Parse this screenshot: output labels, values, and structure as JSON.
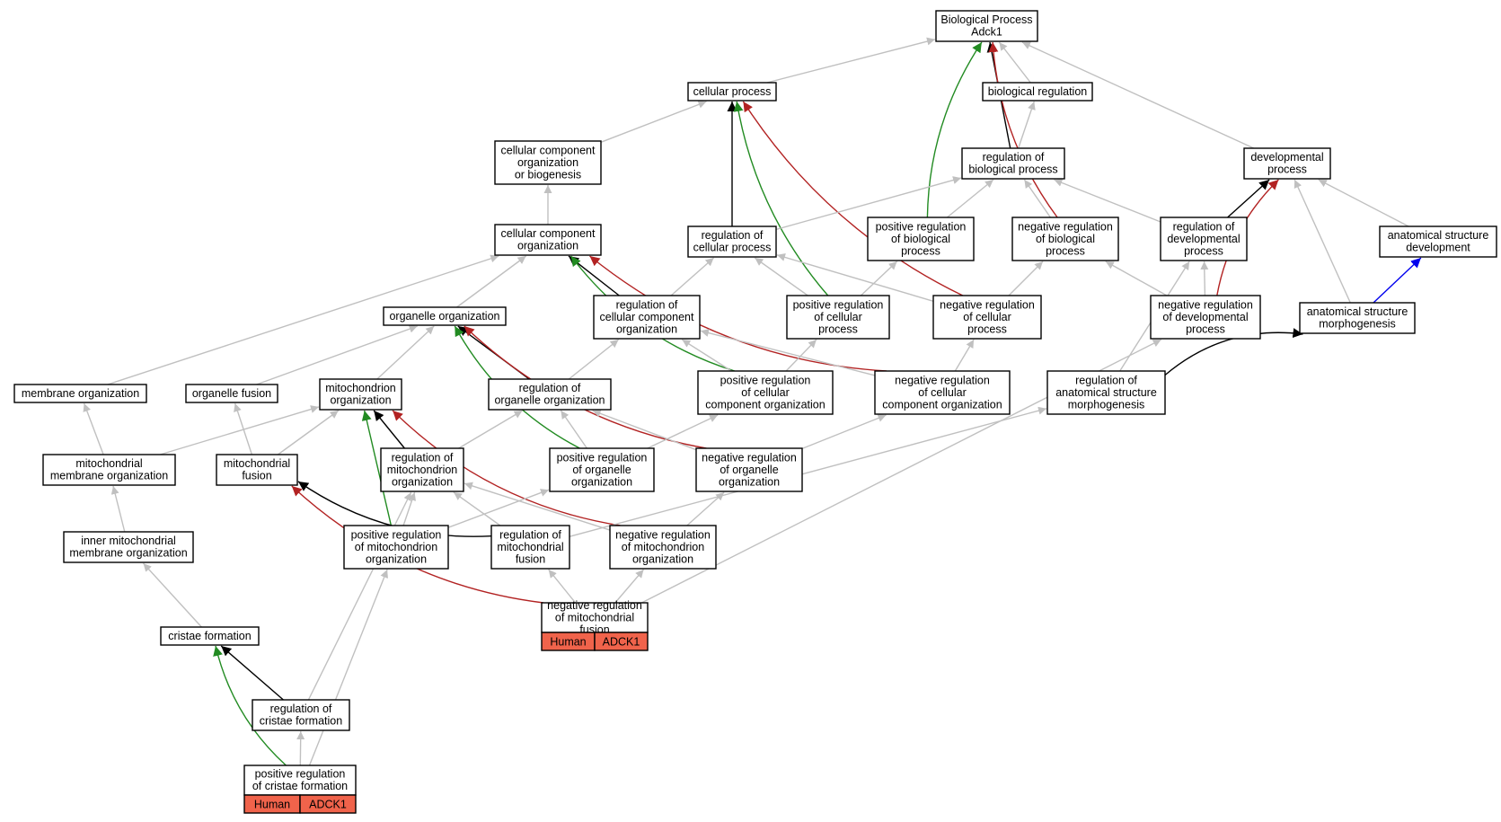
{
  "colors": {
    "default": "#c0c0c0",
    "black": "#000000",
    "green": "#228b22",
    "red": "#b22222",
    "blue": "#0000ee",
    "tag_fill": "#f0634b"
  },
  "nodes": [
    {
      "id": "bp",
      "lines": [
        "Biological Process",
        "Adck1"
      ]
    },
    {
      "id": "cp",
      "lines": [
        "cellular process"
      ]
    },
    {
      "id": "br",
      "lines": [
        "biological regulation"
      ]
    },
    {
      "id": "ccob",
      "lines": [
        "cellular component",
        "organization",
        "or biogenesis"
      ]
    },
    {
      "id": "rbp",
      "lines": [
        "regulation of",
        "biological process"
      ]
    },
    {
      "id": "dp",
      "lines": [
        "developmental",
        "process"
      ]
    },
    {
      "id": "cco",
      "lines": [
        "cellular component",
        "organization"
      ]
    },
    {
      "id": "rcp",
      "lines": [
        "regulation of",
        "cellular process"
      ]
    },
    {
      "id": "prbp",
      "lines": [
        "positive regulation",
        "of biological",
        "process"
      ]
    },
    {
      "id": "nrbp",
      "lines": [
        "negative regulation",
        "of biological",
        "process"
      ]
    },
    {
      "id": "rdp",
      "lines": [
        "regulation of",
        "developmental",
        "process"
      ]
    },
    {
      "id": "asd",
      "lines": [
        "anatomical structure",
        "development"
      ]
    },
    {
      "id": "oo",
      "lines": [
        "organelle organization"
      ]
    },
    {
      "id": "rcco",
      "lines": [
        "regulation of",
        "cellular component",
        "organization"
      ]
    },
    {
      "id": "prcp",
      "lines": [
        "positive regulation",
        "of cellular",
        "process"
      ]
    },
    {
      "id": "nrcp",
      "lines": [
        "negative regulation",
        "of cellular",
        "process"
      ]
    },
    {
      "id": "nrdp",
      "lines": [
        "negative regulation",
        "of developmental",
        "process"
      ]
    },
    {
      "id": "asm",
      "lines": [
        "anatomical structure",
        "morphogenesis"
      ]
    },
    {
      "id": "mo",
      "lines": [
        "membrane organization"
      ]
    },
    {
      "id": "of",
      "lines": [
        "organelle fusion"
      ]
    },
    {
      "id": "mito",
      "lines": [
        "mitochondrion",
        "organization"
      ]
    },
    {
      "id": "roo",
      "lines": [
        "regulation of",
        "organelle organization"
      ]
    },
    {
      "id": "prcco",
      "lines": [
        "positive regulation",
        "of cellular",
        "component organization"
      ]
    },
    {
      "id": "nrcco",
      "lines": [
        "negative regulation",
        "of cellular",
        "component organization"
      ]
    },
    {
      "id": "rasm",
      "lines": [
        "regulation of",
        "anatomical structure",
        "morphogenesis"
      ]
    },
    {
      "id": "mmo",
      "lines": [
        "mitochondrial",
        "membrane organization"
      ]
    },
    {
      "id": "mf",
      "lines": [
        "mitochondrial",
        "fusion"
      ]
    },
    {
      "id": "rmo",
      "lines": [
        "regulation of",
        "mitochondrion",
        "organization"
      ]
    },
    {
      "id": "proo",
      "lines": [
        "positive regulation",
        "of organelle",
        "organization"
      ]
    },
    {
      "id": "nroo",
      "lines": [
        "negative regulation",
        "of organelle",
        "organization"
      ]
    },
    {
      "id": "immo",
      "lines": [
        "inner mitochondrial",
        "membrane organization"
      ]
    },
    {
      "id": "prmo",
      "lines": [
        "positive regulation",
        "of mitochondrion",
        "organization"
      ]
    },
    {
      "id": "rmf",
      "lines": [
        "regulation of",
        "mitochondrial",
        "fusion"
      ]
    },
    {
      "id": "nrmo",
      "lines": [
        "negative regulation",
        "of mitochondrion",
        "organization"
      ]
    },
    {
      "id": "nrmf",
      "lines": [
        "negative regulation",
        "of mitochondrial",
        "fusion"
      ],
      "tags": [
        "Human",
        "ADCK1"
      ]
    },
    {
      "id": "cf",
      "lines": [
        "cristae formation"
      ]
    },
    {
      "id": "rcf",
      "lines": [
        "regulation of",
        "cristae formation"
      ]
    },
    {
      "id": "prcf",
      "lines": [
        "positive regulation",
        "of cristae formation"
      ],
      "tags": [
        "Human",
        "ADCK1"
      ]
    }
  ],
  "edges": [
    {
      "from": "cp",
      "to": "bp",
      "color": "default"
    },
    {
      "from": "br",
      "to": "bp",
      "color": "default"
    },
    {
      "from": "dp",
      "to": "bp",
      "color": "default"
    },
    {
      "from": "rbp",
      "to": "bp",
      "color": "black"
    },
    {
      "from": "prbp",
      "to": "bp",
      "color": "green"
    },
    {
      "from": "nrbp",
      "to": "bp",
      "color": "red"
    },
    {
      "from": "rbp",
      "to": "br",
      "color": "default"
    },
    {
      "from": "ccob",
      "to": "cp",
      "color": "default"
    },
    {
      "from": "rcp",
      "to": "cp",
      "color": "black"
    },
    {
      "from": "prcp",
      "to": "cp",
      "color": "green"
    },
    {
      "from": "nrcp",
      "to": "cp",
      "color": "red"
    },
    {
      "from": "cco",
      "to": "ccob",
      "color": "default"
    },
    {
      "from": "rcp",
      "to": "rbp",
      "color": "default"
    },
    {
      "from": "prbp",
      "to": "rbp",
      "color": "default"
    },
    {
      "from": "nrbp",
      "to": "rbp",
      "color": "default"
    },
    {
      "from": "rdp",
      "to": "rbp",
      "color": "default"
    },
    {
      "from": "rdp",
      "to": "dp",
      "color": "black"
    },
    {
      "from": "nrdp",
      "to": "dp",
      "color": "red"
    },
    {
      "from": "asd",
      "to": "dp",
      "color": "default"
    },
    {
      "from": "asm",
      "to": "dp",
      "color": "default"
    },
    {
      "from": "oo",
      "to": "cco",
      "color": "default"
    },
    {
      "from": "mo",
      "to": "cco",
      "color": "default"
    },
    {
      "from": "rcco",
      "to": "cco",
      "color": "black"
    },
    {
      "from": "prcco",
      "to": "cco",
      "color": "green"
    },
    {
      "from": "nrcco",
      "to": "cco",
      "color": "red"
    },
    {
      "from": "rcco",
      "to": "rcp",
      "color": "default"
    },
    {
      "from": "prcp",
      "to": "rcp",
      "color": "default"
    },
    {
      "from": "nrcp",
      "to": "rcp",
      "color": "default"
    },
    {
      "from": "prcp",
      "to": "prbp",
      "color": "default"
    },
    {
      "from": "nrcp",
      "to": "nrbp",
      "color": "default"
    },
    {
      "from": "nrdp",
      "to": "nrbp",
      "color": "default"
    },
    {
      "from": "nrdp",
      "to": "rdp",
      "color": "default"
    },
    {
      "from": "rasm",
      "to": "rdp",
      "color": "default"
    },
    {
      "from": "asm",
      "to": "asd",
      "color": "blue"
    },
    {
      "from": "of",
      "to": "oo",
      "color": "default"
    },
    {
      "from": "mito",
      "to": "oo",
      "color": "default"
    },
    {
      "from": "roo",
      "to": "oo",
      "color": "black"
    },
    {
      "from": "proo",
      "to": "oo",
      "color": "green"
    },
    {
      "from": "nroo",
      "to": "oo",
      "color": "red"
    },
    {
      "from": "roo",
      "to": "rcco",
      "color": "default"
    },
    {
      "from": "prcco",
      "to": "rcco",
      "color": "default"
    },
    {
      "from": "nrcco",
      "to": "rcco",
      "color": "default"
    },
    {
      "from": "prcco",
      "to": "prcp",
      "color": "default"
    },
    {
      "from": "nrcco",
      "to": "nrcp",
      "color": "default"
    },
    {
      "from": "rasm",
      "to": "asm",
      "color": "black"
    },
    {
      "from": "mmo",
      "to": "mo",
      "color": "default"
    },
    {
      "from": "mf",
      "to": "of",
      "color": "default"
    },
    {
      "from": "mmo",
      "to": "mito",
      "color": "default"
    },
    {
      "from": "mf",
      "to": "mito",
      "color": "default"
    },
    {
      "from": "rmo",
      "to": "mito",
      "color": "black"
    },
    {
      "from": "prmo",
      "to": "mito",
      "color": "green"
    },
    {
      "from": "nrmo",
      "to": "mito",
      "color": "red"
    },
    {
      "from": "rmo",
      "to": "roo",
      "color": "default"
    },
    {
      "from": "proo",
      "to": "roo",
      "color": "default"
    },
    {
      "from": "nroo",
      "to": "roo",
      "color": "default"
    },
    {
      "from": "proo",
      "to": "prcco",
      "color": "default"
    },
    {
      "from": "nroo",
      "to": "nrcco",
      "color": "default"
    },
    {
      "from": "immo",
      "to": "mmo",
      "color": "default"
    },
    {
      "from": "rmf",
      "to": "mf",
      "color": "black"
    },
    {
      "from": "nrmf",
      "to": "mf",
      "color": "red"
    },
    {
      "from": "prmo",
      "to": "rmo",
      "color": "default"
    },
    {
      "from": "rmf",
      "to": "rmo",
      "color": "default"
    },
    {
      "from": "nrmo",
      "to": "rmo",
      "color": "default"
    },
    {
      "from": "rcf",
      "to": "rmo",
      "color": "default"
    },
    {
      "from": "prmo",
      "to": "proo",
      "color": "default"
    },
    {
      "from": "nrmo",
      "to": "nroo",
      "color": "default"
    },
    {
      "from": "rmf",
      "to": "rasm",
      "color": "default"
    },
    {
      "from": "nrmf",
      "to": "rmf",
      "color": "default"
    },
    {
      "from": "nrmf",
      "to": "nrmo",
      "color": "default"
    },
    {
      "from": "nrmf",
      "to": "nrdp",
      "color": "default"
    },
    {
      "from": "cf",
      "to": "immo",
      "color": "default"
    },
    {
      "from": "rcf",
      "to": "cf",
      "color": "black"
    },
    {
      "from": "prcf",
      "to": "cf",
      "color": "green"
    },
    {
      "from": "prcf",
      "to": "rcf",
      "color": "default"
    },
    {
      "from": "prcf",
      "to": "prmo",
      "color": "default"
    }
  ]
}
